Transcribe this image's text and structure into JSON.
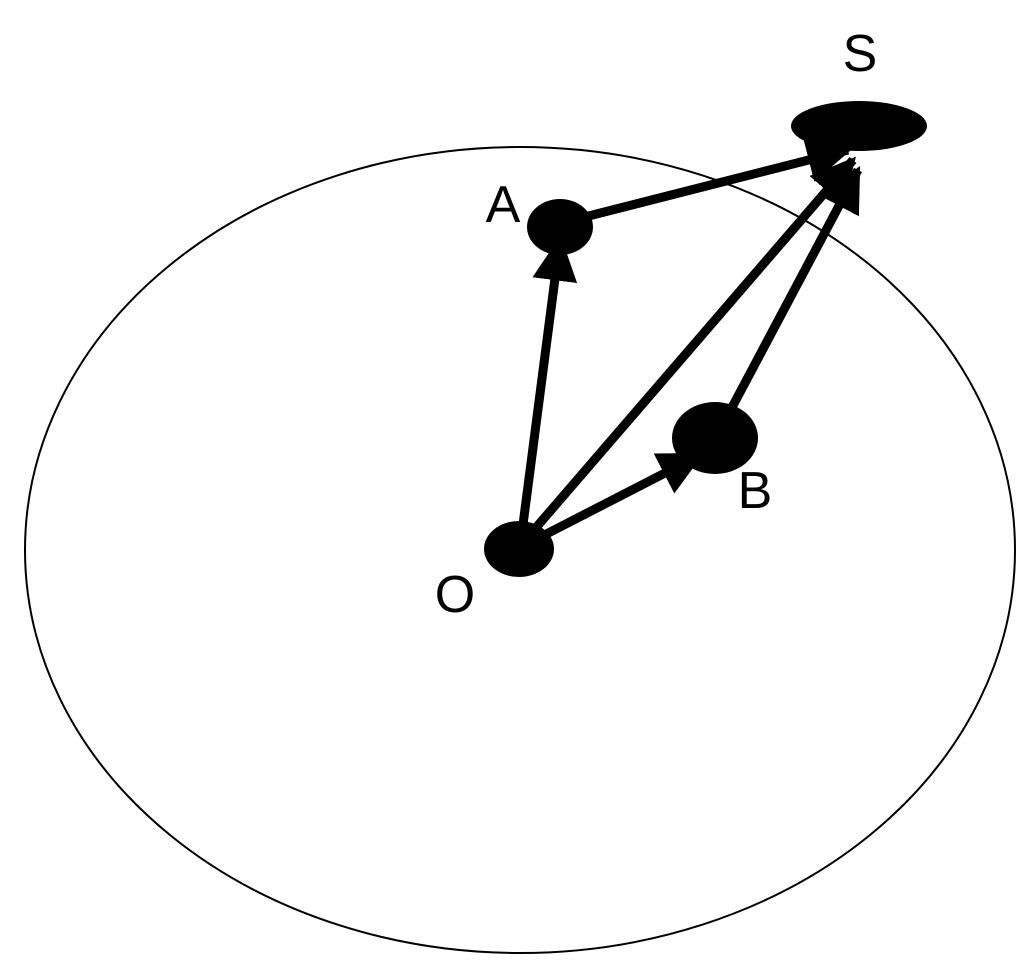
{
  "diagram": {
    "labels": {
      "S": "S",
      "A": "A",
      "B": "B",
      "O": "O"
    },
    "colors": {
      "ink": "#000000",
      "background": "#ffffff"
    }
  }
}
